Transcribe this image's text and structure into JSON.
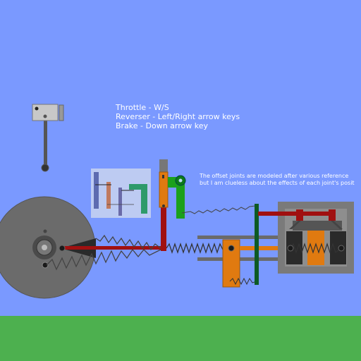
{
  "instructions": {
    "throttle": "Throttle - W/S",
    "reverser": "Reverser - Left/Right arrow keys",
    "brake": "Brake - Down arrow key"
  },
  "note": {
    "line1": "The offset joints are modeled after various reference",
    "line2": "but I am clueless about the effects of each joint's posit"
  },
  "colors": {
    "sky": "#7a99ff",
    "ground": "#4db04f",
    "wheel": "#6b6b6b",
    "piston": "#e07a10",
    "rod_red": "#a01010",
    "valve_green": "#1ca01c",
    "dark_green": "#0d5a24"
  }
}
